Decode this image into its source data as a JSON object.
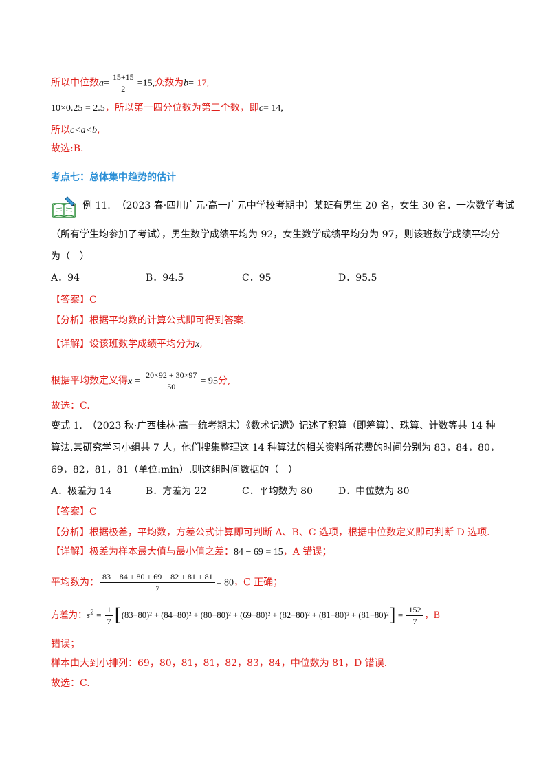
{
  "l1": {
    "pre": "所以中位数",
    "a": "a",
    "eq": "=",
    "num": "15+15",
    "den": "2",
    "res": "=15,",
    "mid": "众数为",
    "b": "b",
    "eq2": "=",
    "val": "17,"
  },
  "l2": {
    "expr": "10×0.25 = 2.5",
    "text": "，所以第一四分位数为第三个数，即",
    "c": "c",
    "eq": "= 14,"
  },
  "l3": {
    "pre": "所以",
    "expr": "c<a<b",
    "post": ","
  },
  "l4": "故选:B.",
  "section_title": "考点七：总体集中趋势的估计",
  "ex11": {
    "label": "例 11.",
    "line1": "（2023 春·四川广元·高一广元中学校考期中）某班有男生 20 名，女生 30 名．一次数学考试",
    "line2": "（所有学生均参加了考试），男生数学成绩平均为 92，女生数学成绩平均分为 97，则该班数学成绩平均分",
    "line3": "为（　）",
    "options": [
      "A．94",
      "B．94.5",
      "C．95",
      "D．95.5"
    ],
    "answer": "【答案】C",
    "analysis": "【分析】根据平均数的计算公式即可得到答案.",
    "detail_pre": "【详解】设该班数学成绩平均分为",
    "detail_var": "x",
    "detail_post": ",",
    "def_pre": "根据平均数定义得",
    "def_var": "x",
    "def_num": "20×92 + 30×97",
    "def_den": "50",
    "def_res": "= 95",
    "def_post": "分,",
    "choose": "故选：C."
  },
  "var1": {
    "line1": "变式 1.　（2023 秋·广西桂林·高一统考期末）《数术记遗》记述了积算（即筹算）、珠算、计数等共 14 种",
    "line2": "算法.某研究学习小组共 7 人，他们搜集整理这 14 种算法的相关资料所花费的时间分别为 83，84，80，",
    "line3": "69，82，81，81（单位:min）.则这组时间数据的（　）",
    "options": [
      "A．极差为 14",
      "B．方差为 22",
      "C．平均数为 80",
      "D．中位数为 80"
    ],
    "answer": "【答案】C",
    "analysis": "【分析】根据极差，平均数，方差公式计算即可判断 A、B、C 选项，根据中位数定义即可判断 D 选项.",
    "range_pre": "【详解】极差为样本最大值与最小值之差：",
    "range_expr": "84 − 69 = 15",
    "range_post": "，A 错误；",
    "mean_pre": "平均数为：",
    "mean_num": "83 + 84 + 80 + 69 + 82 + 81 + 81",
    "mean_den": "7",
    "mean_res": "= 80",
    "mean_post": "，C 正确；",
    "var_pre": "方差为：",
    "var_lhs": "s",
    "var_coef_num": "1",
    "var_coef_den": "7",
    "var_terms": "(83−80)² + (84−80)² + (80−80)² + (69−80)² + (82−80)² + (81−80)² + (81−80)²",
    "var_num": "152",
    "var_den": "7",
    "var_post": "，B",
    "var_wrong": "错误；",
    "sort_line": "样本由大到小排列：69，80，81，81，82，83，84，中位数为 81，D 错误.",
    "choose": "故选：C."
  }
}
